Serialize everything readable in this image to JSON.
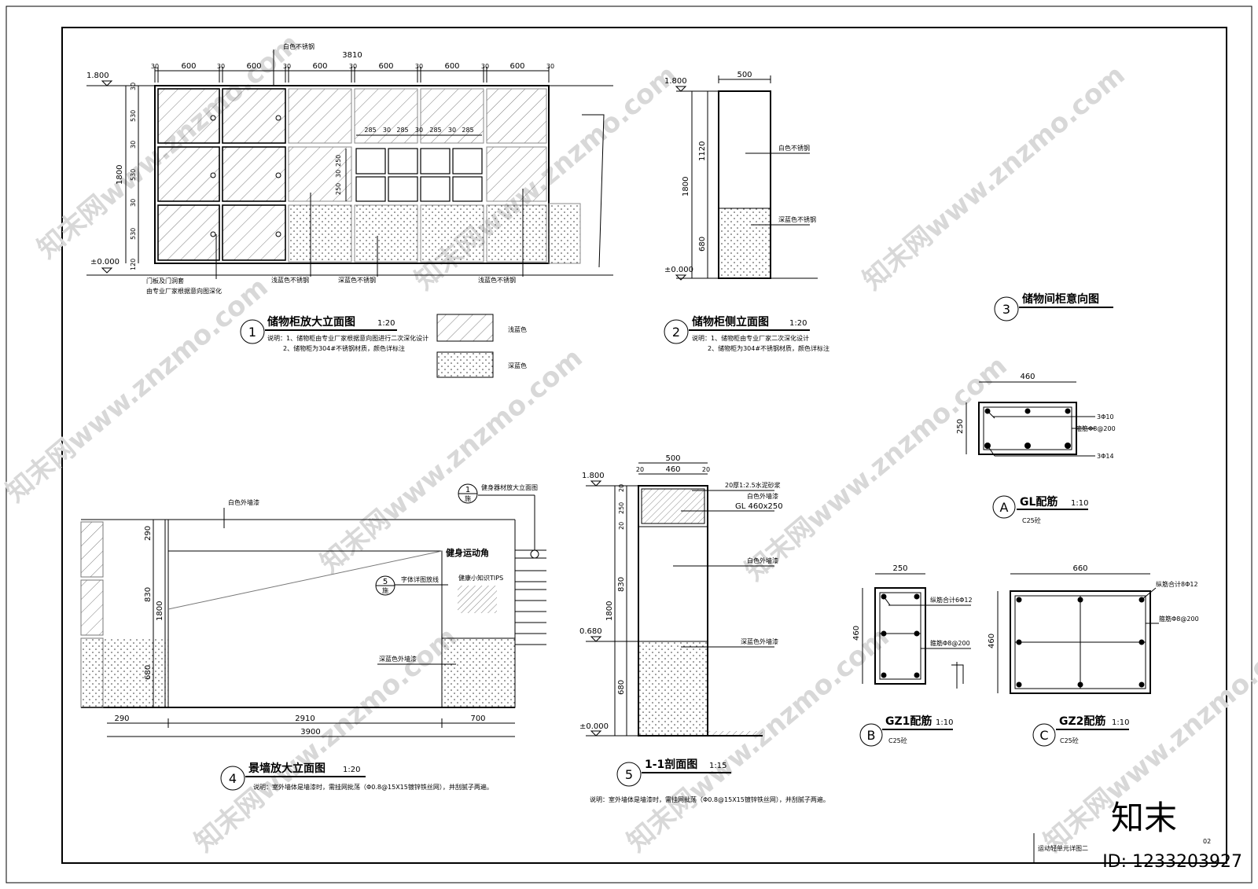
{
  "sheet": {
    "id_label": "ID: 1233203927",
    "brand": "知末",
    "watermark": "知末网www.znzmo.com",
    "footer_title": "运动轻单元详图二",
    "sheet_no": "02"
  },
  "elev1": {
    "num": "1",
    "title": "储物柜放大立面图",
    "scale": "1:20",
    "note1": "说明：1、储物柜由专业厂家根据意向图进行二次深化设计",
    "note2": "2、储物柜为304#不锈钢材质，颜色详标注",
    "top_total": "3810",
    "top_dims": [
      "30",
      "600",
      "30",
      "600",
      "30",
      "600",
      "30",
      "600",
      "30",
      "600",
      "30",
      "600",
      "30"
    ],
    "small_dims": [
      "285",
      "30",
      "285",
      "30",
      "285",
      "30",
      "285"
    ],
    "left_dims": [
      "30",
      "530",
      "30",
      "530",
      "30",
      "530",
      "120"
    ],
    "left_total": "1800",
    "mid_dims": [
      "250",
      "30",
      "250"
    ],
    "lvl_top": "1.800",
    "lvl_bot": "±0.000",
    "lbl_top": "白色不锈钢",
    "lbl_b1": "门板及门洞套",
    "lbl_b2": "由专业厂家根据意向图深化",
    "lbl_b3": "浅蓝色不锈钢",
    "lbl_b4": "深蓝色不锈钢",
    "lbl_b5": "浅蓝色不锈钢"
  },
  "legend": {
    "light": "浅蓝色",
    "dark": "深蓝色"
  },
  "elev2": {
    "num": "2",
    "title": "储物柜侧立面图",
    "scale": "1:20",
    "note1": "说明：1、储物柜由专业厂家二次深化设计",
    "note2": "2、储物柜为304#不锈钢材质，颜色详标注",
    "width": "500",
    "dims": [
      "1120",
      "680"
    ],
    "total": "1800",
    "lvl_top": "1.800",
    "lvl_bot": "±0.000",
    "lbl1": "白色不锈钢",
    "lbl2": "深蓝色不锈钢"
  },
  "ref3": {
    "num": "3",
    "title": "储物间柜意向图"
  },
  "elev4": {
    "num": "4",
    "title": "景墙放大立面图",
    "scale": "1:20",
    "note": "说明：室外墙体是墙漆时，需挂网批荡（Φ0.8@15X15镀锌铁丝网），并刮腻子两遍。",
    "bottom_dims": [
      "290",
      "2910",
      "700"
    ],
    "bottom_total": "3900",
    "left_dims": [
      "290",
      "830",
      "680"
    ],
    "left_total": "1800",
    "lbl1": "白色外墙漆",
    "lbl2": "深蓝色外墙漆",
    "lbl3": "字体详图放线",
    "callout_top": "健身器材放大立面图",
    "callout_top_num": "1",
    "callout_top_sub": "施",
    "callout_mid_num": "5",
    "callout_mid_sub": "施",
    "sign_title": "健康小知识TIPS",
    "sign_main": "健身运动角"
  },
  "sec5": {
    "num": "5",
    "title": "1-1剖面图",
    "scale": "1:15",
    "note": "说明：室外墙体是墙漆时，需挂网批荡（Φ0.8@15X15镀锌铁丝网），并刮腻子两遍。",
    "top_total": "500",
    "top_dims": [
      "20",
      "460",
      "20"
    ],
    "left_dims": [
      "20",
      "250",
      "20",
      "830",
      "680"
    ],
    "left_total": "1800",
    "lvl_top": "1.800",
    "lvl_mid": "0.680",
    "lvl_bot": "±0.000",
    "lbl1": "20厚1:2.5水泥砂浆",
    "lbl2": "白色外墙漆",
    "lbl3": "GL 460x250",
    "lbl4": "白色外墙漆",
    "lbl5": "深蓝色外墙漆"
  },
  "detA": {
    "num": "A",
    "title": "GL配筋",
    "scale": "1:10",
    "conc": "C25砼",
    "w": "460",
    "h": "250",
    "r1": "3Φ10",
    "r2": "箍筋Φ8@200",
    "r3": "3Φ14"
  },
  "detB": {
    "num": "B",
    "title": "GZ1配筋",
    "scale": "1:10",
    "conc": "C25砼",
    "w": "250",
    "h": "460",
    "r1": "纵筋合计6Φ12",
    "r2": "箍筋Φ8@200"
  },
  "detC": {
    "num": "C",
    "title": "GZ2配筋",
    "scale": "1:10",
    "conc": "C25砼",
    "w": "660",
    "h": "460",
    "r1": "纵筋合计8Φ12",
    "r2": "箍筋Φ8@200"
  }
}
